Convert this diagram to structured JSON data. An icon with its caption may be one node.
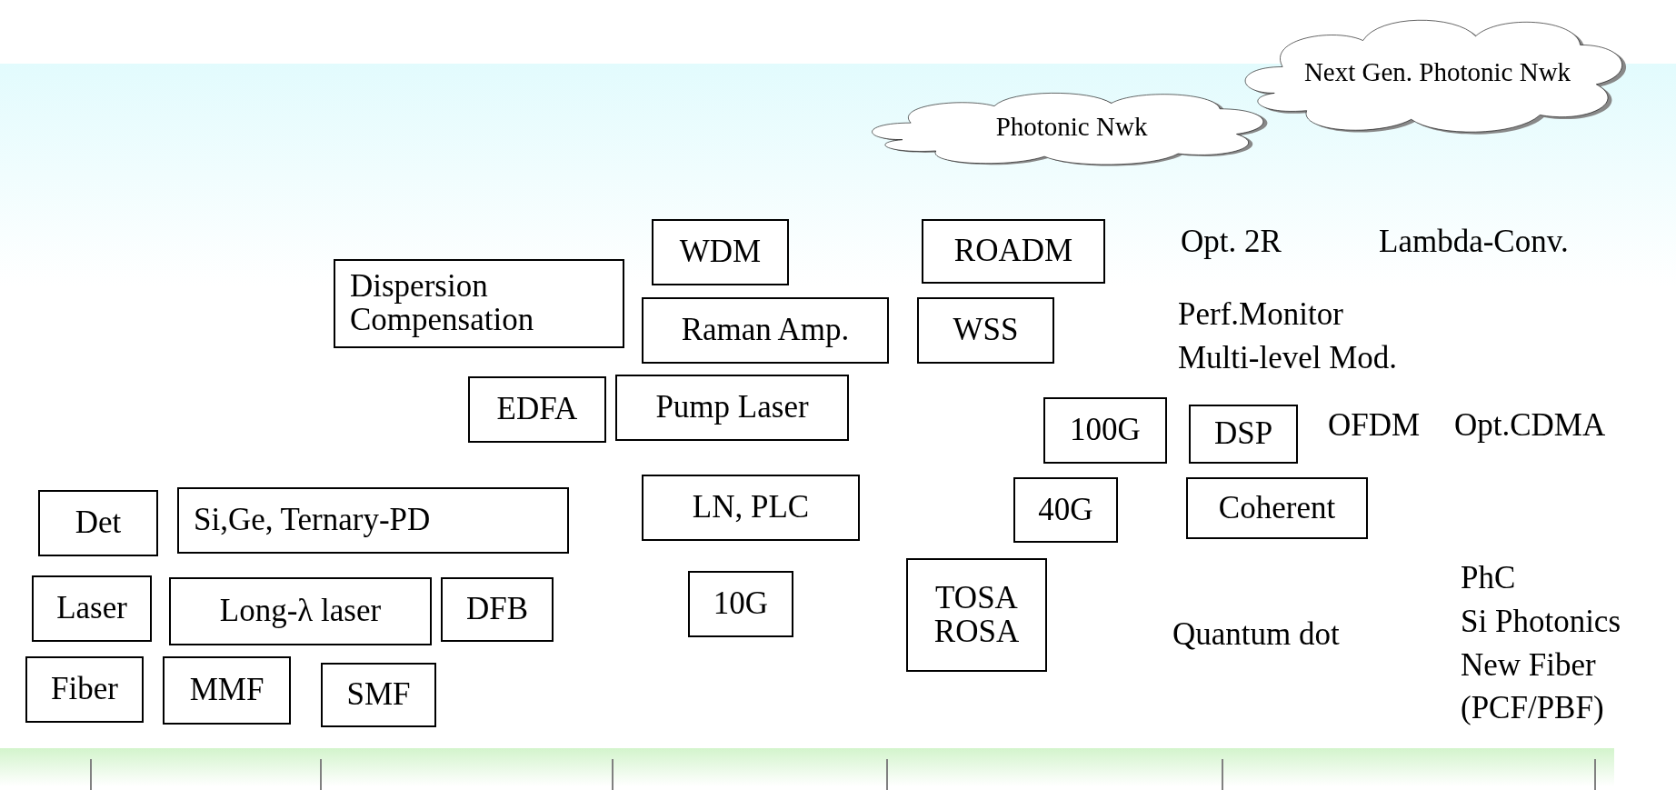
{
  "diagram": {
    "nodes": [
      {
        "text": [
          "Next Gen. Photonic Nwk"
        ]
      },
      {
        "text": [
          "Photonic Nwk"
        ]
      },
      {
        "text": [
          "WDM"
        ]
      },
      {
        "text": [
          "ROADM"
        ]
      },
      {
        "text": [
          "Dispersion Compensation"
        ]
      },
      {
        "text": [
          "Raman Amp."
        ]
      },
      {
        "text": [
          "WSS"
        ]
      },
      {
        "text": [
          "EDFA"
        ]
      },
      {
        "text": [
          "Pump Laser"
        ]
      },
      {
        "text": [
          "100G"
        ]
      },
      {
        "text": [
          "DSP"
        ]
      },
      {
        "text": [
          "Det"
        ]
      },
      {
        "text": [
          "Si,Ge, Ternary-PD"
        ]
      },
      {
        "text": [
          "LN, PLC"
        ]
      },
      {
        "text": [
          "40G"
        ]
      },
      {
        "text": [
          "Coherent"
        ]
      },
      {
        "text": [
          "Laser"
        ]
      },
      {
        "text": [
          "Long-λ laser"
        ]
      },
      {
        "text": [
          "DFB"
        ]
      },
      {
        "text": [
          "10G"
        ]
      },
      {
        "text": [
          "TOSA ROSA"
        ]
      },
      {
        "text": [
          "Fiber"
        ]
      },
      {
        "text": [
          "MMF"
        ]
      },
      {
        "text": [
          "SMF"
        ]
      }
    ],
    "labels": [
      "Opt. 2R",
      "Lambda-Conv.",
      "Perf.Monitor",
      "Multi-level Mod.",
      "OFDM",
      "Opt.CDMA",
      "PhC",
      "Quantum dot",
      "Si Photonics",
      "New Fiber (PCF/PBF)"
    ]
  }
}
